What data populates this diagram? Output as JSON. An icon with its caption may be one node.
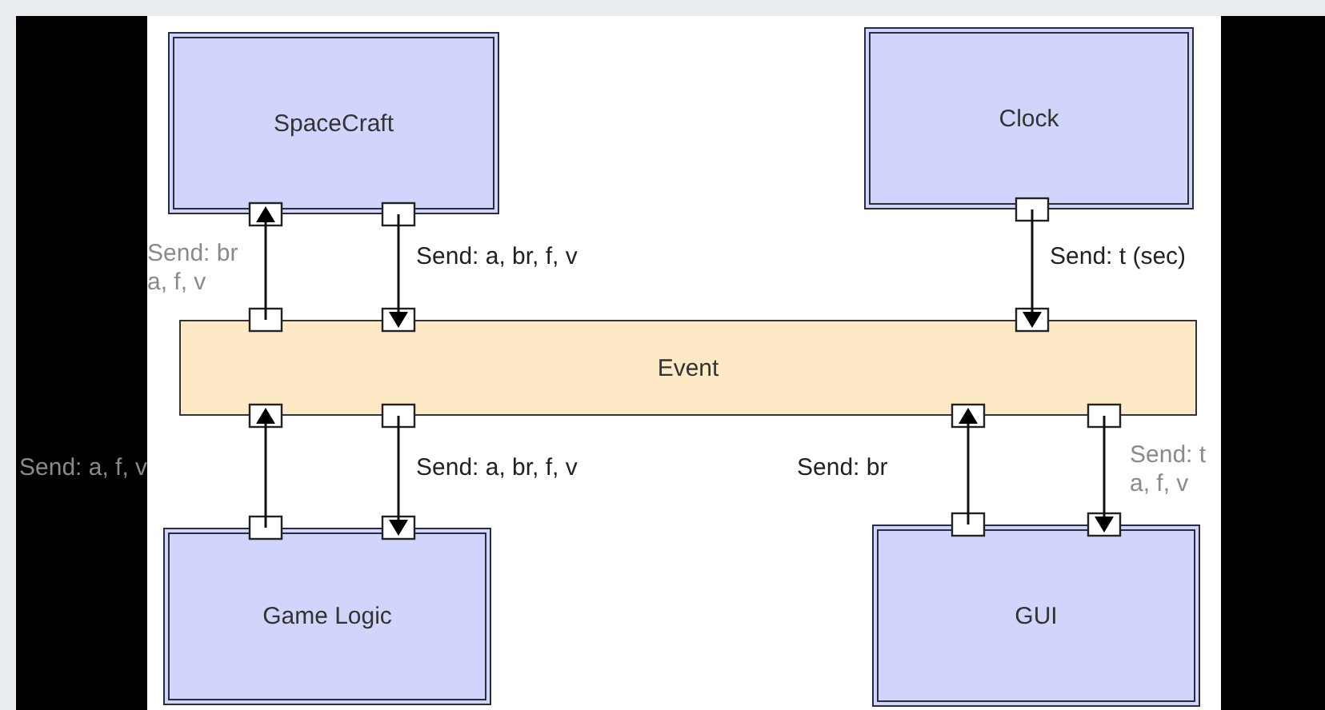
{
  "diagram": {
    "nodes": [
      {
        "text": [
          "SpaceCraft"
        ]
      },
      {
        "text": [
          "Clock"
        ]
      },
      {
        "text": [
          "Event"
        ]
      },
      {
        "text": [
          "Game Logic"
        ]
      },
      {
        "text": [
          "GUI"
        ]
      }
    ],
    "edges": [
      {
        "from": 2,
        "to": 0,
        "arrow": "to",
        "label": "Send: br a, f, v"
      },
      {
        "from": 0,
        "to": 2,
        "arrow": "to",
        "label": "Send: a, br, f, v"
      },
      {
        "from": 1,
        "to": 2,
        "arrow": "to",
        "label": "Send: t (sec)"
      },
      {
        "from": 3,
        "to": 2,
        "arrow": "to",
        "label": "Send: a, f, v"
      },
      {
        "from": 2,
        "to": 3,
        "arrow": "to",
        "label": "Send: a, br, f, v"
      },
      {
        "from": 4,
        "to": 2,
        "arrow": "to",
        "label": "Send: br"
      },
      {
        "from": 2,
        "to": 4,
        "arrow": "to",
        "label": "Send: t a, f, v"
      }
    ]
  }
}
